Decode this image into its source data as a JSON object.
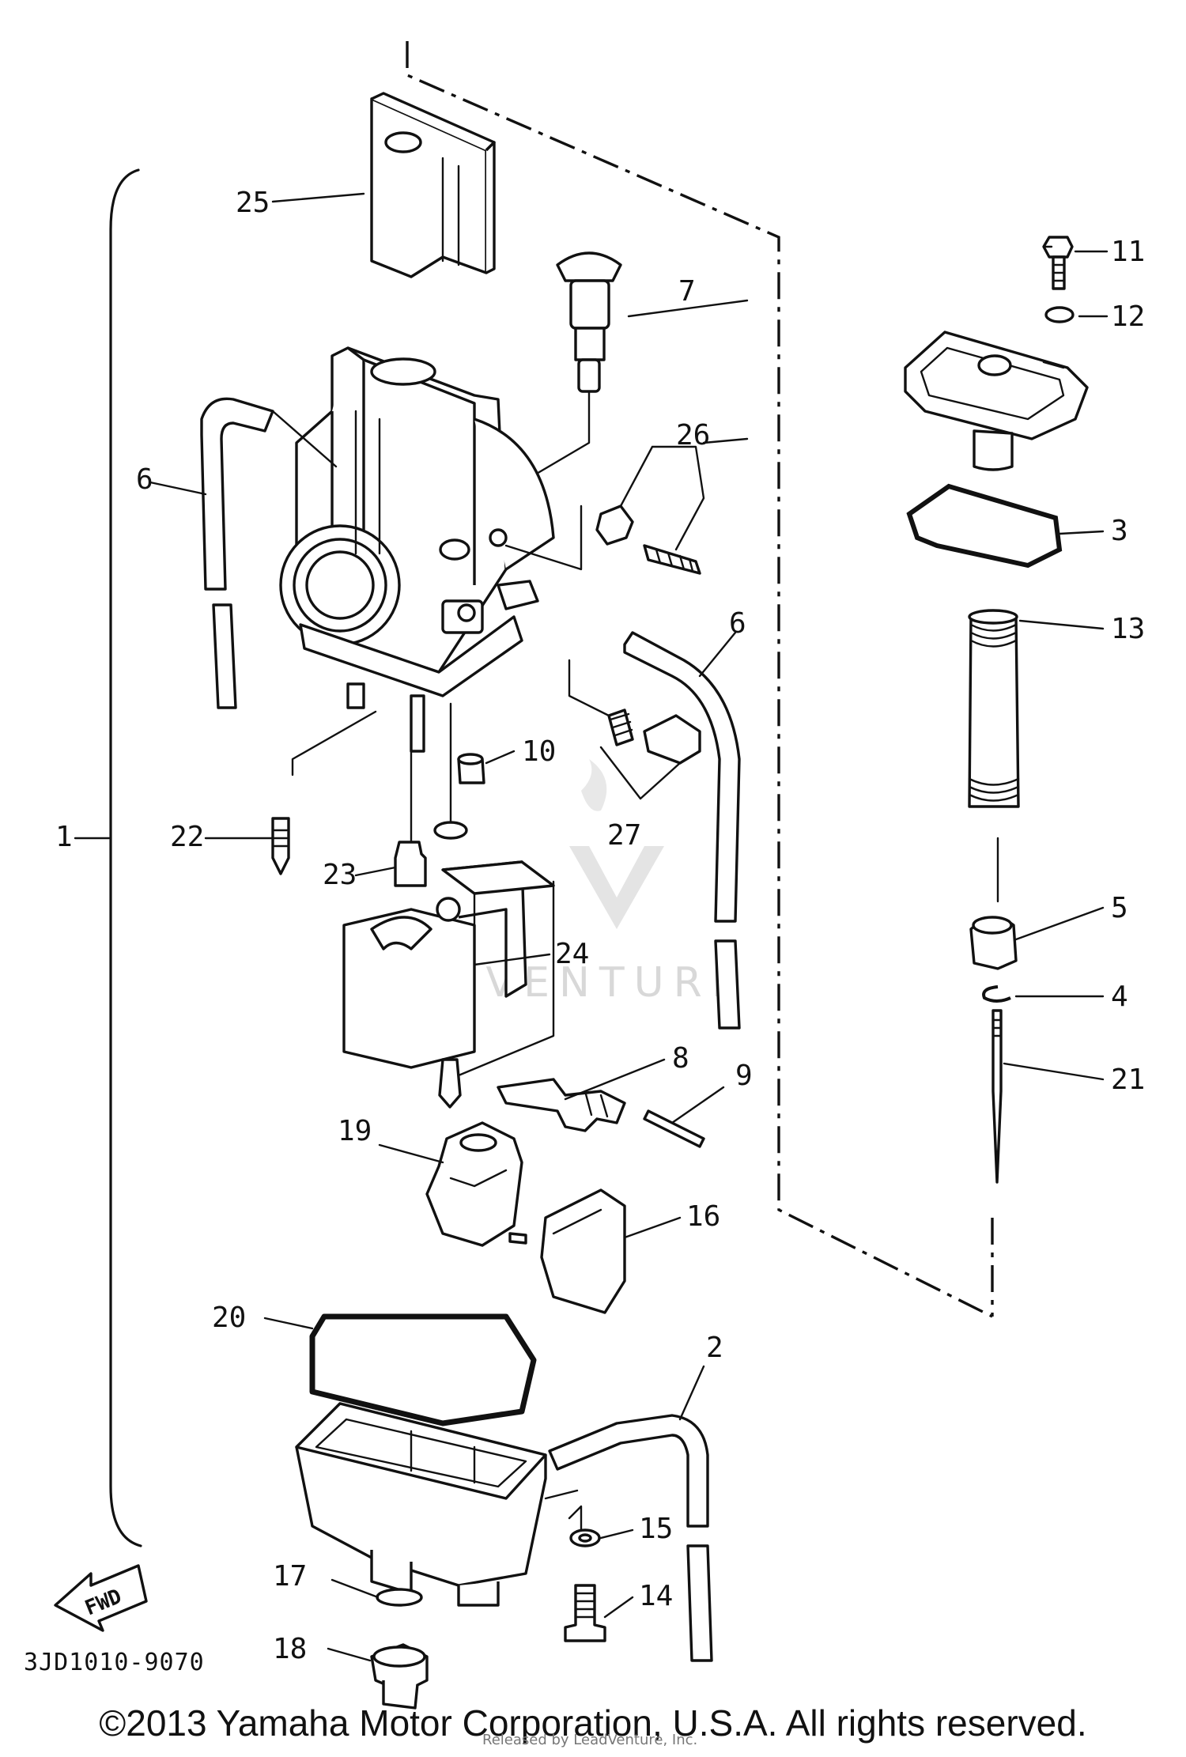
{
  "diagram": {
    "part_code": "3JD1010-9070",
    "fwd_label": "FWD",
    "watermark": "LEADVENTURE",
    "callouts": {
      "c1": "1",
      "c2": "2",
      "c3": "3",
      "c4": "4",
      "c5": "5",
      "c6a": "6",
      "c6b": "6",
      "c7": "7",
      "c8": "8",
      "c9": "9",
      "c10": "10",
      "c11": "11",
      "c12": "12",
      "c13": "13",
      "c14": "14",
      "c15": "15",
      "c16": "16",
      "c17": "17",
      "c18": "18",
      "c19": "19",
      "c20": "20",
      "c21": "21",
      "c22": "22",
      "c23": "23",
      "c24": "24",
      "c25": "25",
      "c26": "26",
      "c27": "27"
    }
  },
  "footer": {
    "copyright": "©2013 Yamaha Motor Corporation, U.S.A. All rights reserved.",
    "released_by": "Released by LeadVenture, Inc."
  }
}
